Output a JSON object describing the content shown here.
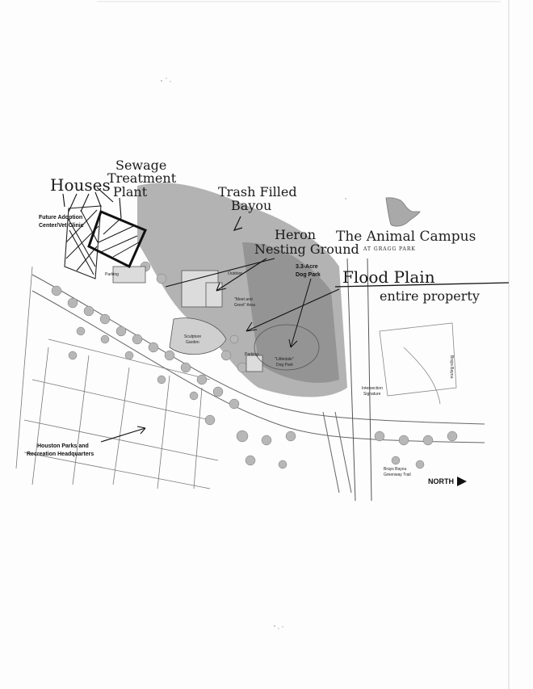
{
  "logo": {
    "title": "The Animal Campus",
    "subtitle": "AT GRAGG PARK"
  },
  "handwritten": {
    "sewage_line1": "Sewage",
    "sewage_line2": "Treatment",
    "sewage_line3": "Plant",
    "houses": "Houses",
    "trash_line1": "Trash Filled",
    "trash_line2": "Bayou",
    "heron_line1": "Heron",
    "heron_line2": "Nesting Ground",
    "flood_line1": "Flood Plain",
    "flood_line2": "entire property"
  },
  "map_labels": {
    "future_adoption_line1": "Future Adoption",
    "future_adoption_line2": "Center/Vet Clinic",
    "dog_park_line1": "3.3-Acre",
    "dog_park_line2": "Dog Park",
    "hq_line1": "Houston Parks and",
    "hq_line2": "Recreation Headquarters",
    "north": "NORTH",
    "parking_left": "Parking",
    "parking_mid": "Parking",
    "outdoor": "Outdoor",
    "meet_greet_line1": "\"Meet and",
    "meet_greet_line2": "Greet\" Area",
    "sculpture": "Sculpture",
    "sculpture2": "Garden",
    "little_dog_line1": "\"Littledale\"",
    "little_dog_line2": "Dog Park",
    "brays_bayou": "Brays Bayou",
    "intersection_line1": "Intersection",
    "intersection_line2": "Signature",
    "greenway_line1": "Brays Bayou",
    "greenway_line2": "Greenway Trail"
  }
}
